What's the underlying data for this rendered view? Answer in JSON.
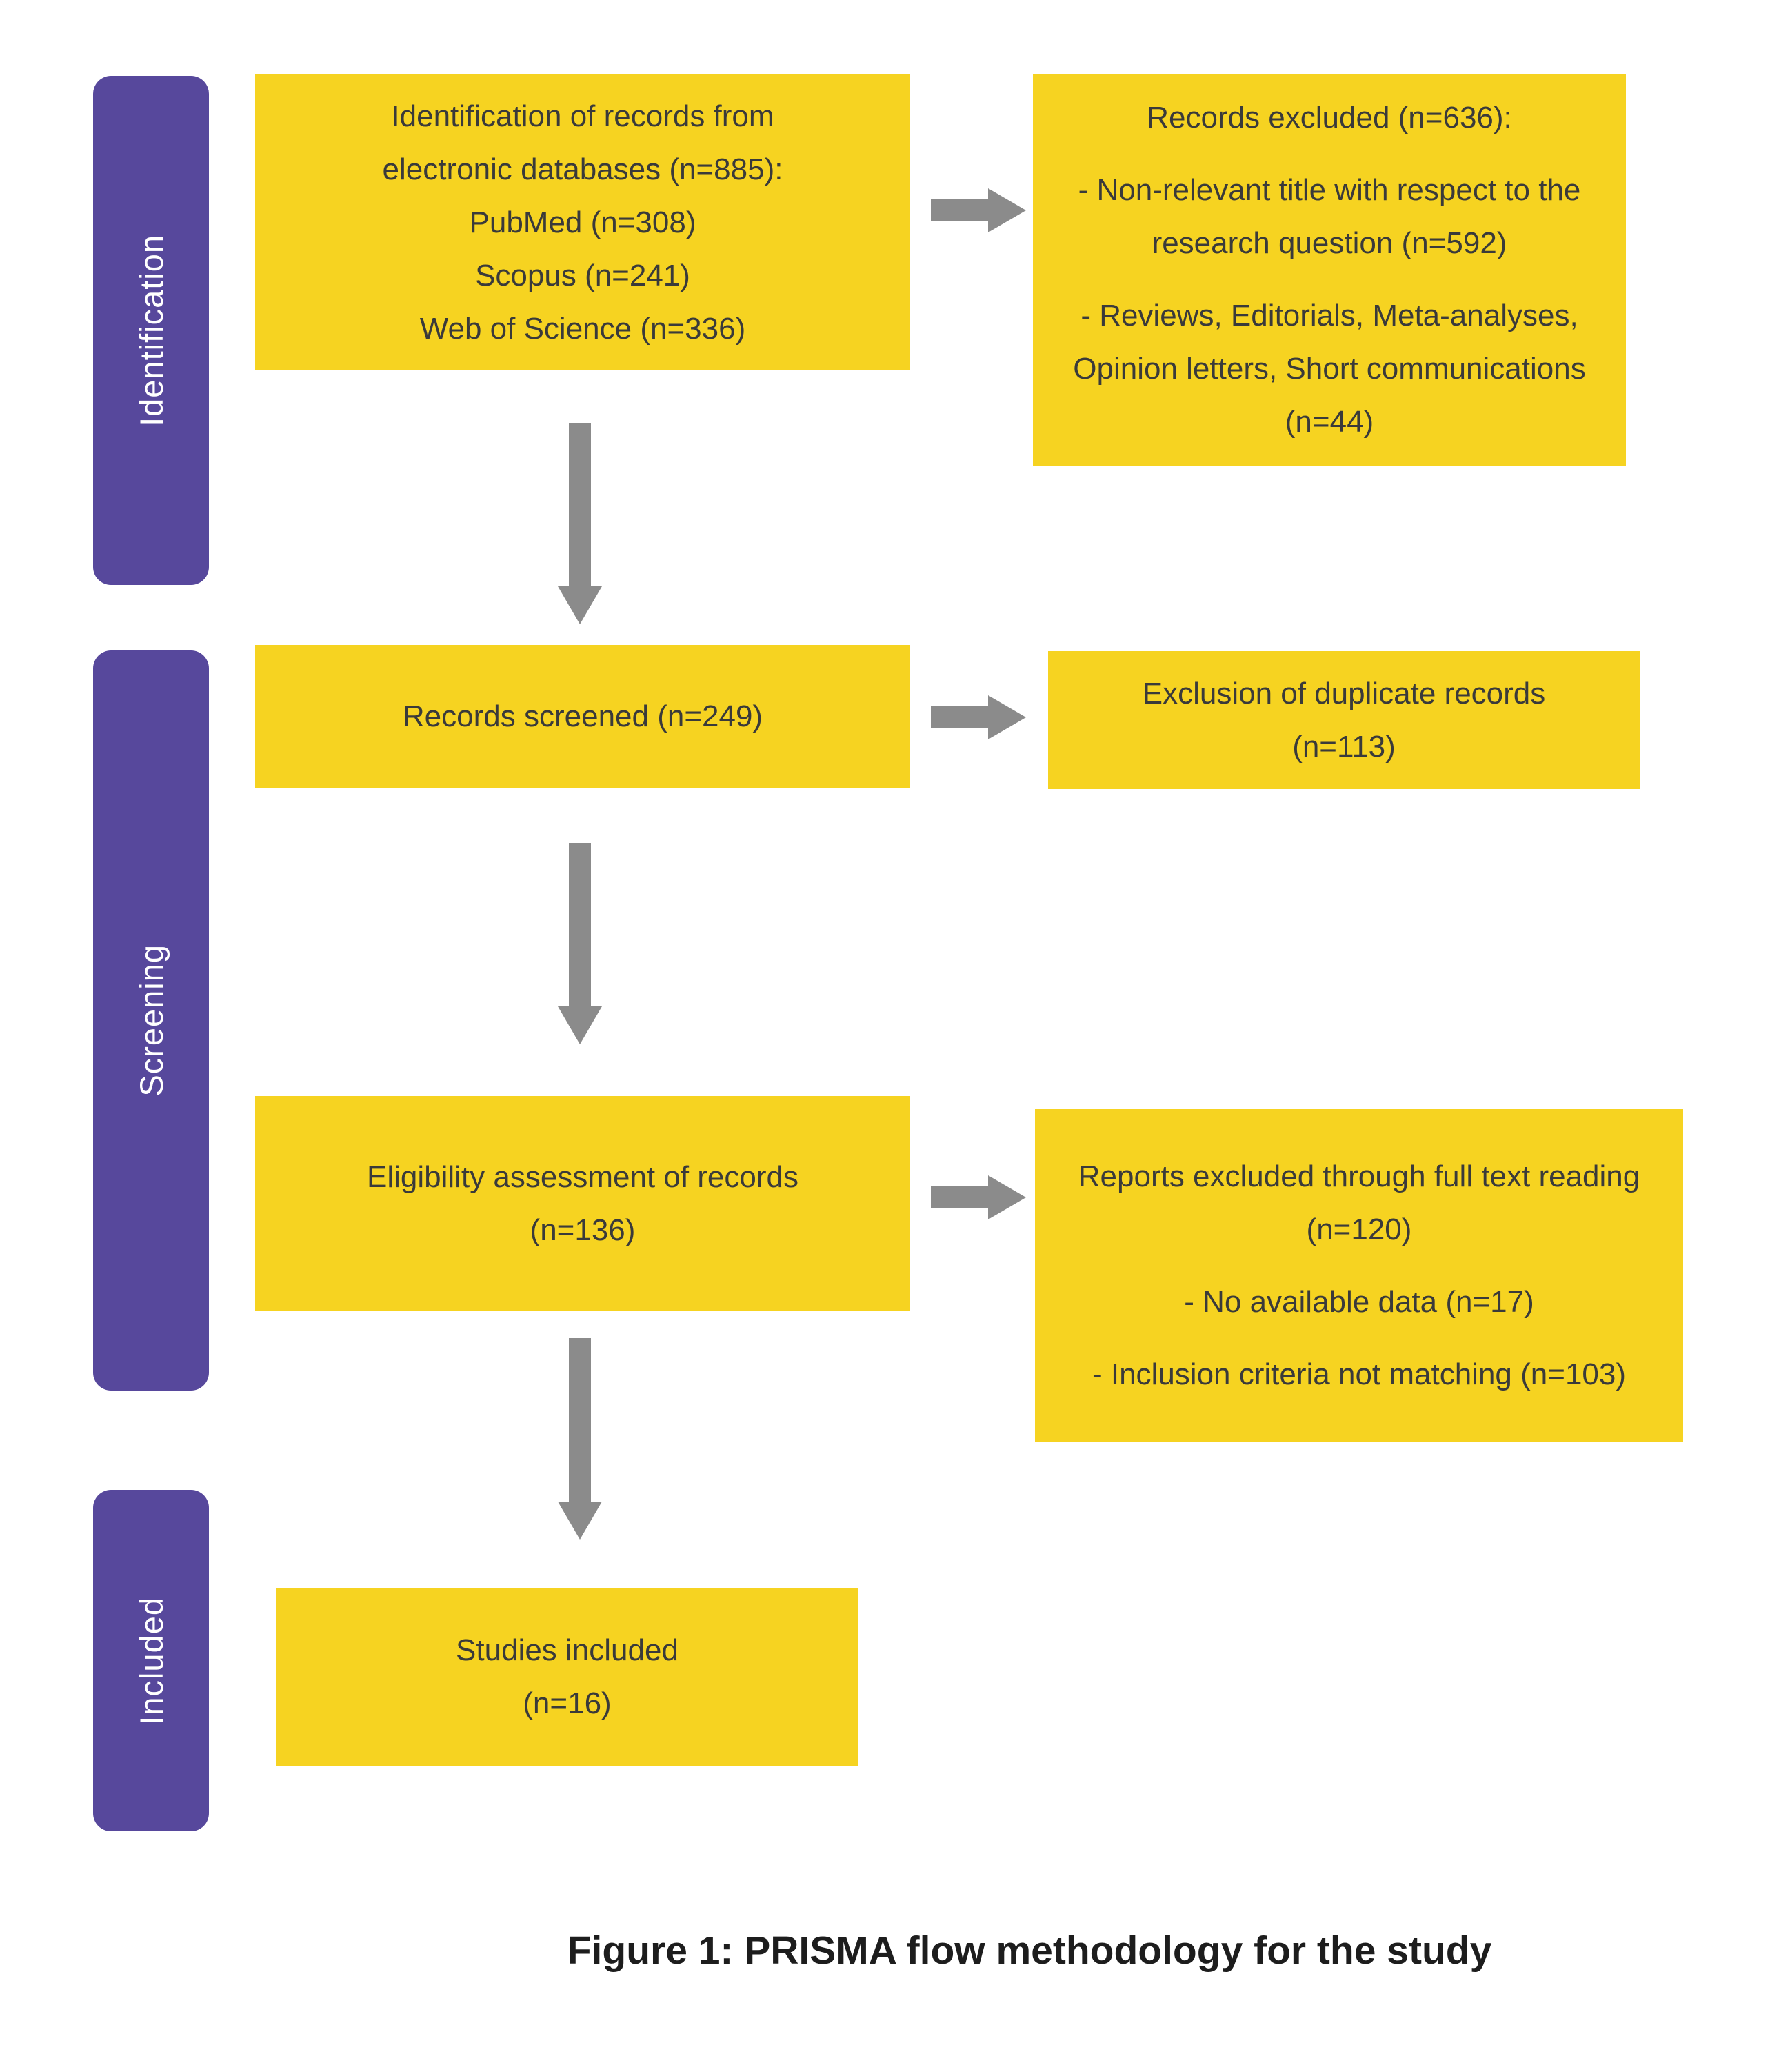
{
  "theme": {
    "yellow": "#F6D321",
    "purple": "#57489C",
    "arrow_gray": "#8B8B8B",
    "box_text": "#3A3A3A",
    "caption_text": "#1D1D1D",
    "stage_label_text": "#FFFFFF",
    "background": "#FFFFFF"
  },
  "stages": {
    "identification": "Identification",
    "screening": "Screening",
    "included": "Included"
  },
  "boxes": {
    "identification_records": {
      "lines": [
        "Identification of records from",
        "electronic databases (n=885):",
        "PubMed (n=308)",
        "Scopus (n=241)",
        "Web of Science (n=336)"
      ]
    },
    "records_excluded": {
      "heading": "Records excluded (n=636):",
      "bullets": [
        "- Non-relevant title with respect to the research question (n=592)",
        "- Reviews, Editorials, Meta-analyses, Opinion letters, Short communications (n=44)"
      ]
    },
    "records_screened": {
      "text": "Records screened (n=249)"
    },
    "duplicates_excluded": {
      "lines": [
        "Exclusion of duplicate records",
        "(n=113)"
      ]
    },
    "eligibility": {
      "lines": [
        "Eligibility assessment of records",
        "(n=136)"
      ]
    },
    "reports_excluded": {
      "heading": "Reports excluded through full text reading (n=120)",
      "bullets": [
        "- No available data (n=17)",
        "- Inclusion criteria not matching (n=103)"
      ]
    },
    "studies_included": {
      "lines": [
        "Studies included",
        "(n=16)"
      ]
    }
  },
  "caption": "Figure 1: PRISMA flow methodology for the study"
}
